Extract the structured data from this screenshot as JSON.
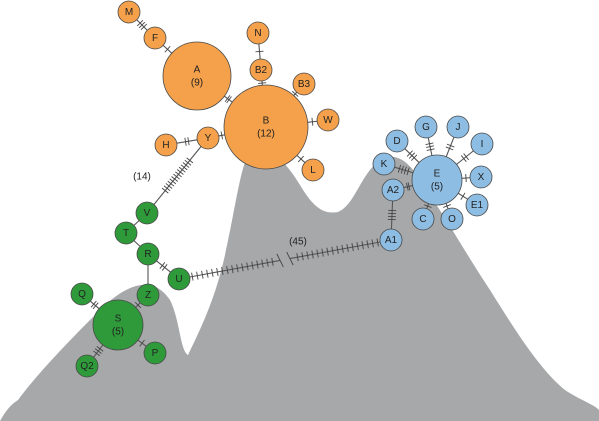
{
  "colors": {
    "mountain": "#a6a8aa",
    "orange": "#f5a04a",
    "blue": "#8dbde3",
    "green": "#2e9a3a"
  },
  "nodes": [
    {
      "id": "M",
      "label": "M",
      "count": "",
      "group": "orange"
    },
    {
      "id": "F",
      "label": "F",
      "count": "",
      "group": "orange"
    },
    {
      "id": "A",
      "label": "A",
      "count": "(9)",
      "group": "orange"
    },
    {
      "id": "N",
      "label": "N",
      "count": "",
      "group": "orange"
    },
    {
      "id": "B2",
      "label": "B2",
      "count": "",
      "group": "orange"
    },
    {
      "id": "B3",
      "label": "B3",
      "count": "",
      "group": "orange"
    },
    {
      "id": "B",
      "label": "B",
      "count": "(12)",
      "group": "orange"
    },
    {
      "id": "W",
      "label": "W",
      "count": "",
      "group": "orange"
    },
    {
      "id": "L",
      "label": "L",
      "count": "",
      "group": "orange"
    },
    {
      "id": "H",
      "label": "H",
      "count": "",
      "group": "orange"
    },
    {
      "id": "Y",
      "label": "Y",
      "count": "",
      "group": "orange"
    },
    {
      "id": "D",
      "label": "D",
      "count": "",
      "group": "blue"
    },
    {
      "id": "G",
      "label": "G",
      "count": "",
      "group": "blue"
    },
    {
      "id": "J",
      "label": "J",
      "count": "",
      "group": "blue"
    },
    {
      "id": "I",
      "label": "I",
      "count": "",
      "group": "blue"
    },
    {
      "id": "K",
      "label": "K",
      "count": "",
      "group": "blue"
    },
    {
      "id": "E",
      "label": "E",
      "count": "(5)",
      "group": "blue"
    },
    {
      "id": "X",
      "label": "X",
      "count": "",
      "group": "blue"
    },
    {
      "id": "A2",
      "label": "A2",
      "count": "",
      "group": "blue"
    },
    {
      "id": "E1",
      "label": "E1",
      "count": "",
      "group": "blue"
    },
    {
      "id": "C",
      "label": "C",
      "count": "",
      "group": "blue"
    },
    {
      "id": "O",
      "label": "O",
      "count": "",
      "group": "blue"
    },
    {
      "id": "A1",
      "label": "A1",
      "count": "",
      "group": "blue"
    },
    {
      "id": "V",
      "label": "V",
      "count": "",
      "group": "green"
    },
    {
      "id": "T",
      "label": "T",
      "count": "",
      "group": "green"
    },
    {
      "id": "R",
      "label": "R",
      "count": "",
      "group": "green"
    },
    {
      "id": "U",
      "label": "U",
      "count": "",
      "group": "green"
    },
    {
      "id": "Z",
      "label": "Z",
      "count": "",
      "group": "green"
    },
    {
      "id": "Q",
      "label": "Q",
      "count": "",
      "group": "green"
    },
    {
      "id": "S",
      "label": "S",
      "count": "(5)",
      "group": "green"
    },
    {
      "id": "P",
      "label": "P",
      "count": "",
      "group": "green"
    },
    {
      "id": "Q2",
      "label": "Q2",
      "count": "",
      "group": "green"
    }
  ],
  "edges": [
    {
      "from": "M",
      "to": "F",
      "steps": 3
    },
    {
      "from": "F",
      "to": "A",
      "steps": 1
    },
    {
      "from": "A",
      "to": "B",
      "steps": 2
    },
    {
      "from": "N",
      "to": "B2",
      "steps": 1
    },
    {
      "from": "B2",
      "to": "B",
      "steps": 1
    },
    {
      "from": "B3",
      "to": "B",
      "steps": 1
    },
    {
      "from": "B",
      "to": "W",
      "steps": 1
    },
    {
      "from": "B",
      "to": "L",
      "steps": 1
    },
    {
      "from": "H",
      "to": "Y",
      "steps": 2
    },
    {
      "from": "Y",
      "to": "B",
      "steps": 1
    },
    {
      "from": "Y",
      "to": "V",
      "steps": 14
    },
    {
      "from": "V",
      "to": "T",
      "steps": 0
    },
    {
      "from": "T",
      "to": "R",
      "steps": 0
    },
    {
      "from": "R",
      "to": "U",
      "steps": 2
    },
    {
      "from": "R",
      "to": "Z",
      "steps": 0
    },
    {
      "from": "Z",
      "to": "S",
      "steps": 1
    },
    {
      "from": "Q",
      "to": "S",
      "steps": 2
    },
    {
      "from": "S",
      "to": "P",
      "steps": 1
    },
    {
      "from": "S",
      "to": "Q2",
      "steps": 3
    },
    {
      "from": "U",
      "to": "A1",
      "steps": 45
    },
    {
      "from": "A1",
      "to": "A2",
      "steps": 4
    },
    {
      "from": "A2",
      "to": "E",
      "steps": 2
    },
    {
      "from": "K",
      "to": "E",
      "steps": 4
    },
    {
      "from": "D",
      "to": "E",
      "steps": 3
    },
    {
      "from": "G",
      "to": "E",
      "steps": 3
    },
    {
      "from": "J",
      "to": "E",
      "steps": 2
    },
    {
      "from": "I",
      "to": "E",
      "steps": 2
    },
    {
      "from": "X",
      "to": "E",
      "steps": 1
    },
    {
      "from": "E1",
      "to": "E",
      "steps": 1
    },
    {
      "from": "O",
      "to": "E",
      "steps": 1
    },
    {
      "from": "C",
      "to": "E",
      "steps": 1
    }
  ],
  "annotations": {
    "yv_steps": "(14)",
    "ua1_steps": "(45)"
  }
}
